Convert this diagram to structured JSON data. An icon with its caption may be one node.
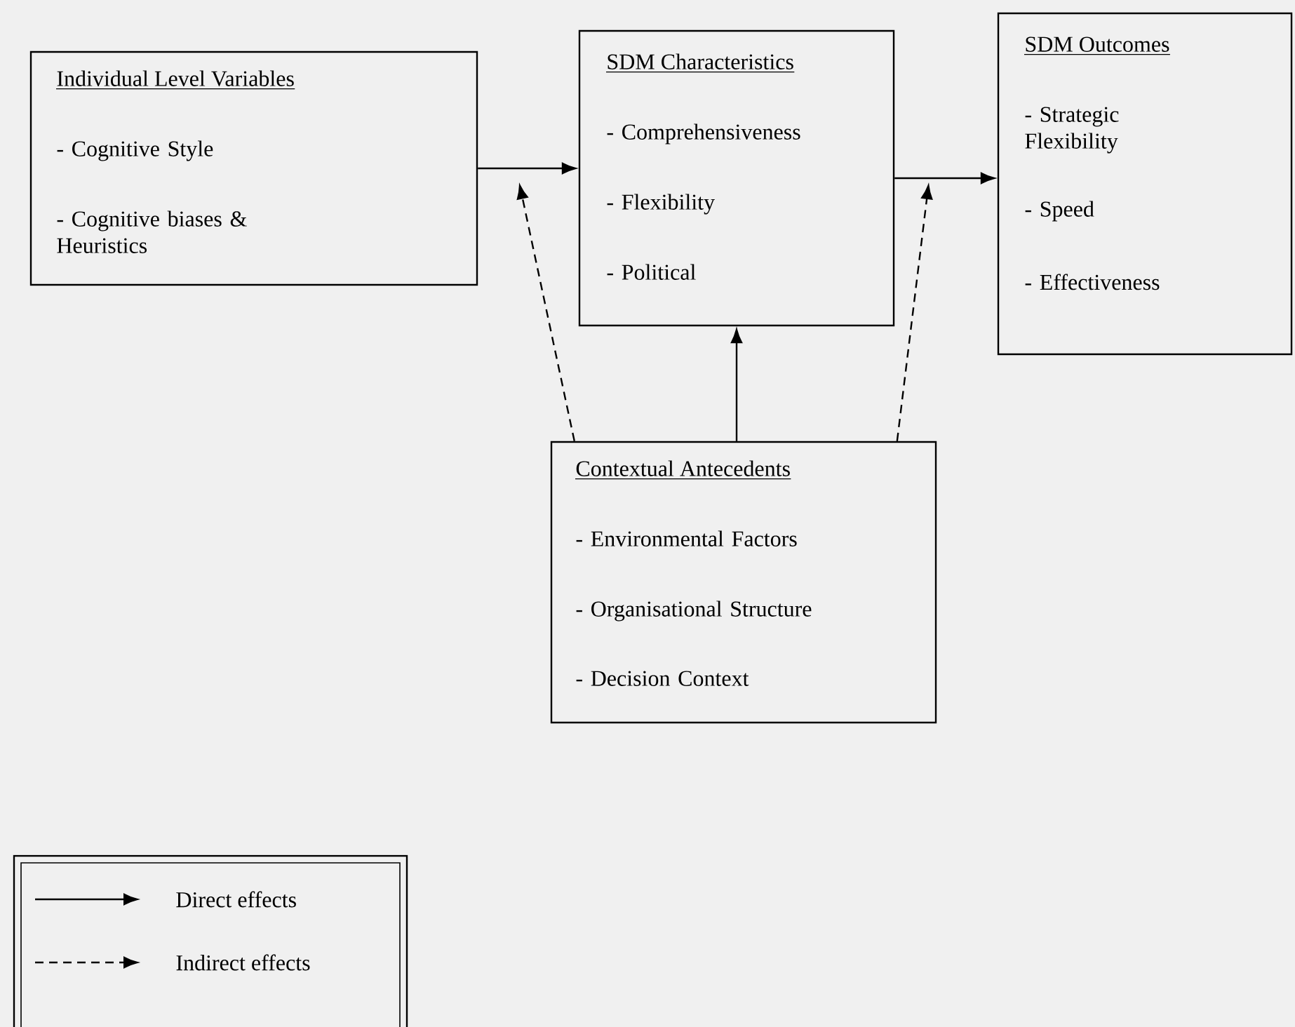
{
  "diagram": {
    "nodes": [
      {
        "text": [
          "Individual Level Variables",
          "- Cognitive Style",
          "- Cognitive biases & Heuristics"
        ]
      },
      {
        "text": [
          "SDM Characteristics",
          "- Comprehensiveness",
          "- Flexibility",
          "- Political"
        ]
      },
      {
        "text": [
          "SDM Outcomes",
          "- Strategic Flexibility",
          "- Speed",
          "- Effectiveness"
        ]
      },
      {
        "text": [
          "Contextual Antecedents",
          "- Environmental Factors",
          "- Organisational Structure",
          "- Decision Context"
        ]
      }
    ],
    "edges": [
      {
        "from": 0,
        "to": 1,
        "arrow": "to"
      },
      {
        "from": 1,
        "to": 2,
        "arrow": "to"
      },
      {
        "from": 3,
        "to": 1,
        "arrow": "to"
      },
      {
        "from": 3,
        "to": null,
        "arrow": "to",
        "style": "dashed"
      },
      {
        "from": 3,
        "to": null,
        "arrow": "to",
        "style": "dashed"
      }
    ],
    "legend": [
      {
        "text": "Direct effects"
      },
      {
        "text": "Indirect effects"
      }
    ]
  }
}
